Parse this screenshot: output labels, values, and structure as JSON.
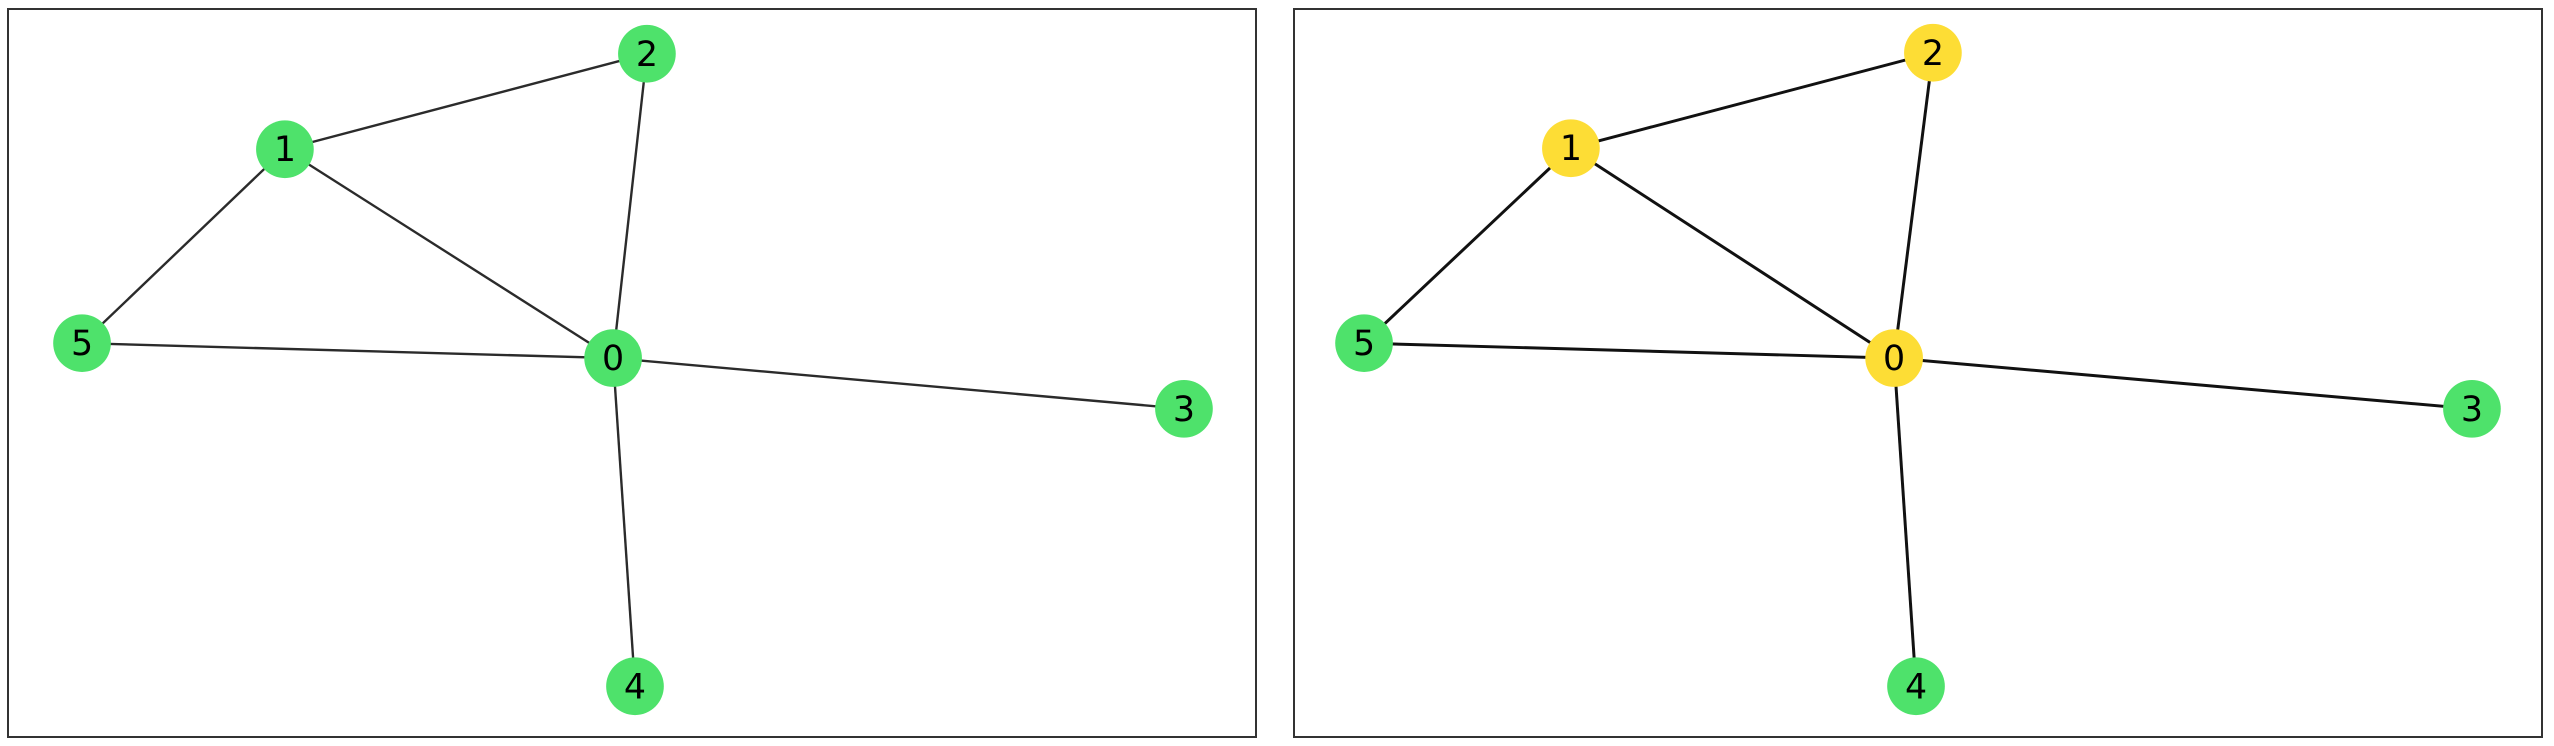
{
  "colors": {
    "default_node": "#4ee26b",
    "highlight_node": "#fddd35",
    "edge": "#2b2b2b"
  },
  "graph": {
    "nodes": [
      "0",
      "1",
      "2",
      "3",
      "4",
      "5"
    ],
    "edges": [
      [
        "0",
        "1"
      ],
      [
        "0",
        "2"
      ],
      [
        "0",
        "3"
      ],
      [
        "0",
        "4"
      ],
      [
        "0",
        "5"
      ],
      [
        "1",
        "2"
      ],
      [
        "1",
        "5"
      ]
    ]
  },
  "panels": [
    {
      "highlighted_nodes": []
    },
    {
      "highlighted_nodes": [
        "0",
        "1",
        "2"
      ]
    }
  ]
}
